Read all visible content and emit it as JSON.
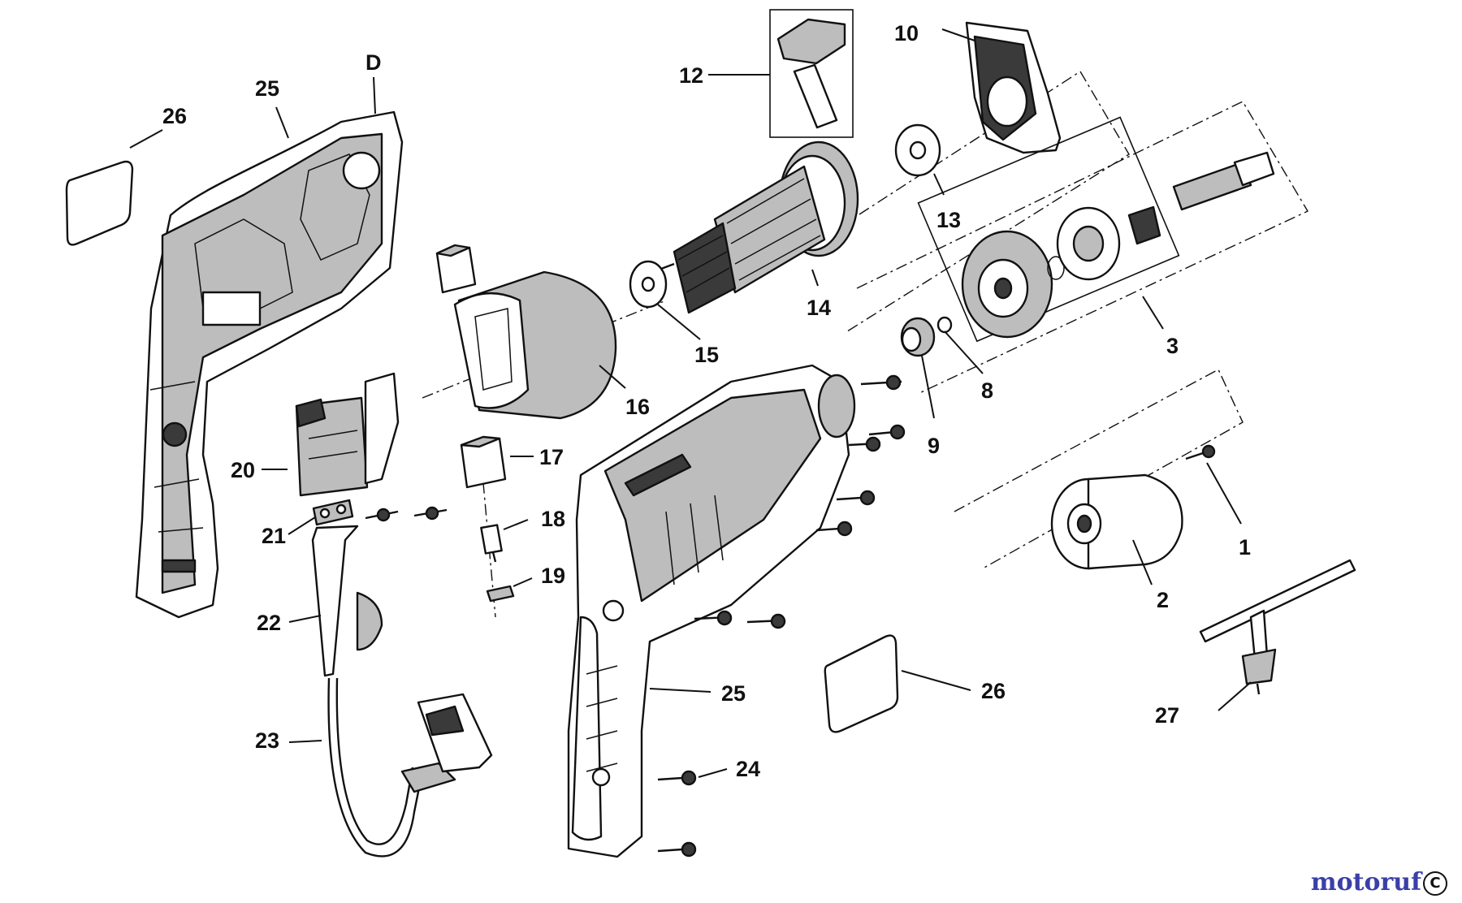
{
  "diagram": {
    "labels": {
      "l1": "1",
      "l2": "2",
      "l3": "3",
      "l8": "8",
      "l9": "9",
      "l10": "10",
      "l12": "12",
      "l13": "13",
      "l14": "14",
      "l15": "15",
      "l16": "16",
      "l17": "17",
      "l18": "18",
      "l19": "19",
      "l20": "20",
      "l21": "21",
      "l22": "22",
      "l23": "23",
      "l24": "24",
      "l25a": "25",
      "l25b": "25",
      "l26a": "26",
      "l26b": "26",
      "l27": "27",
      "lD": "D"
    }
  },
  "watermark": {
    "text": "motoruf",
    "mark": "C"
  },
  "colors": {
    "ink": "#111111",
    "fill_gray": "#bdbdbd",
    "fill_dark": "#3a3a3a",
    "watermark": "#3a3fa8"
  }
}
